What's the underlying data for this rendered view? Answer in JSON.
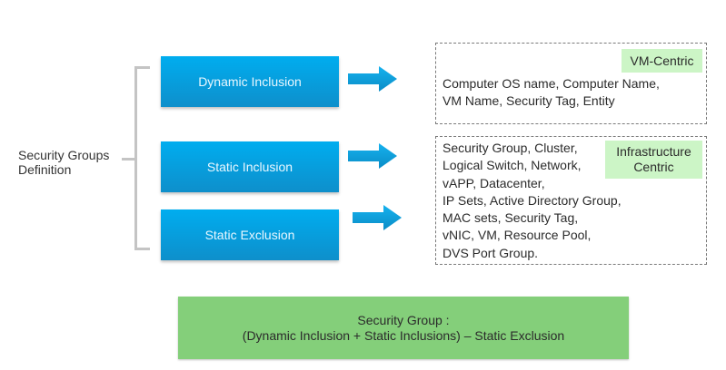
{
  "definition_label": {
    "line1": "Security Groups",
    "line2": "Definition"
  },
  "criteria": [
    {
      "label": "Dynamic Inclusion"
    },
    {
      "label": "Static Inclusion"
    },
    {
      "label": "Static Exclusion"
    }
  ],
  "vm_box": {
    "tag": "VM-Centric",
    "lines": [
      "Computer OS name, Computer Name,",
      "VM Name, Security Tag, Entity"
    ]
  },
  "infra_box": {
    "tag_line1": "Infrastructure",
    "tag_line2": "Centric",
    "lines": [
      "Security Group, Cluster,",
      "Logical Switch, Network,",
      "vAPP, Datacenter,",
      "IP Sets, Active Directory Group,",
      "MAC sets, Security Tag,",
      "vNIC, VM, Resource Pool,",
      "DVS Port Group."
    ]
  },
  "formula": {
    "line1": "Security Group :",
    "line2": "(Dynamic Inclusion + Static Inclusions) – Static Exclusion"
  },
  "colors": {
    "blue_box": "#00adef",
    "arrow": "#0ea2de",
    "tag_green": "#ccf5c6",
    "formula_green": "#84cf7a",
    "bracket": "#c4c4c4"
  }
}
